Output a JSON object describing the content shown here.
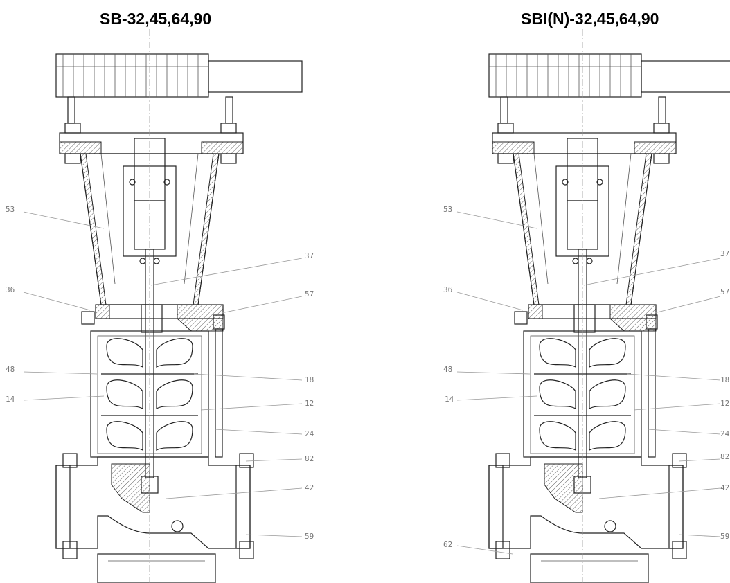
{
  "titles": {
    "left": "SB-32,45,64,90",
    "right": "SBI(N)-32,45,64,90"
  },
  "left_callouts": [
    "53",
    "36",
    "48",
    "14",
    "37",
    "57",
    "18",
    "12",
    "24",
    "82",
    "42",
    "59"
  ],
  "right_callouts": [
    "53",
    "36",
    "48",
    "14",
    "62",
    "37",
    "57",
    "18",
    "12",
    "24",
    "82",
    "42",
    "59"
  ]
}
